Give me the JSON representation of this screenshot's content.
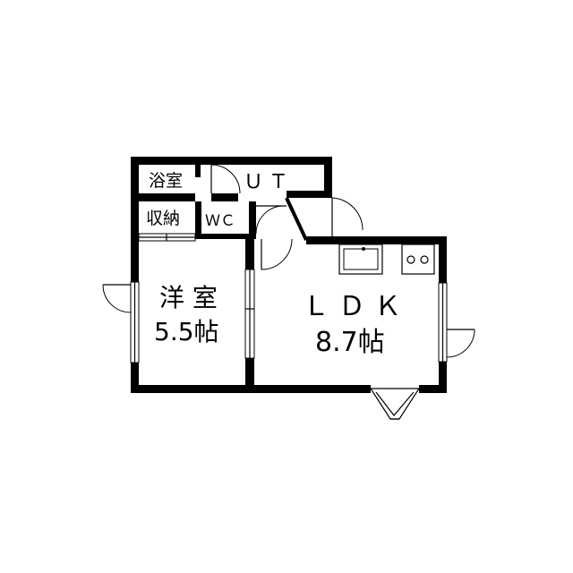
{
  "rooms": {
    "bath": "浴室",
    "ut": "ＵＴ",
    "closet": "収納",
    "wc": "ＷＣ",
    "western_name": "洋 室",
    "western_size": "5.5帖",
    "ldk_name": "ＬＤＫ",
    "ldk_size": "8.7帖"
  },
  "colors": {
    "wall": "#000000",
    "background": "#ffffff"
  },
  "icons": [
    "door-swing-icon",
    "sink-icon",
    "stove-icon",
    "bay-window-icon",
    "window-icon"
  ]
}
